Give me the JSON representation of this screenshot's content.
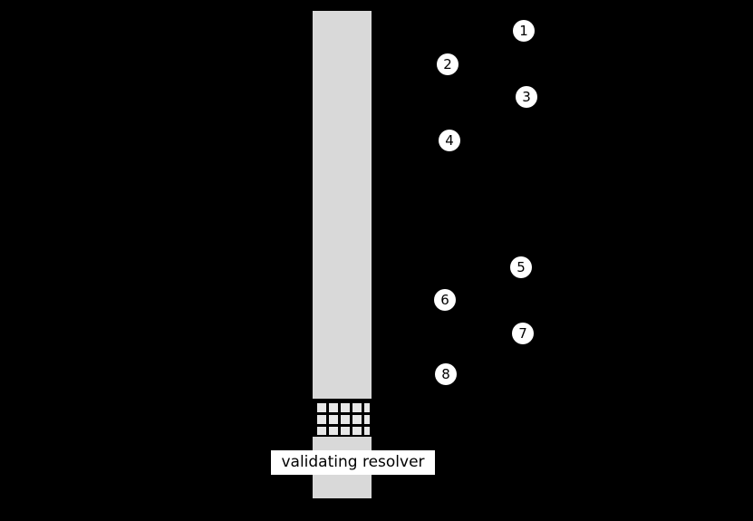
{
  "diagram": {
    "description": "validating resolver timeline diagram with numbered step markers",
    "colors": {
      "background": "#000000",
      "bar": "#d9d9d9",
      "grid_cell": "#e8e8e8",
      "grid_line": "#000000",
      "marker_bg": "#ffffff",
      "marker_text": "#000000",
      "label_bg": "#ffffff",
      "label_text": "#000000"
    },
    "label": {
      "text": "validating resolver"
    },
    "markers": {
      "labels": [
        "1",
        "2",
        "3",
        "4",
        "5",
        "6",
        "7",
        "8"
      ]
    }
  }
}
